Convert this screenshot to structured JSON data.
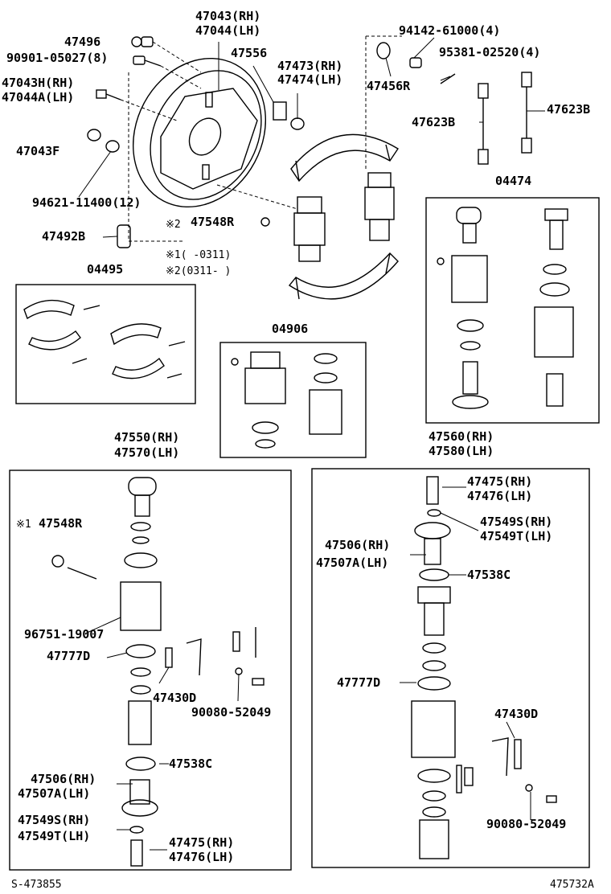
{
  "labels": {
    "p47043_rh": "47043(RH)",
    "p47044_lh": "47044(LH)",
    "p47496": "47496",
    "p90901": "90901-05027(8)",
    "p47043h": "47043H(RH)",
    "p47044a": "47044A(LH)",
    "p47043f": "47043F",
    "p94621": "94621-11400(12)",
    "p47492b": "47492B",
    "p47556": "47556",
    "p47473": "47473(RH)",
    "p47474": "47474(LH)",
    "p94142": "94142-61000(4)",
    "p95381": "95381-02520(4)",
    "p47456r": "47456R",
    "p47623b_r": "47623B",
    "p47623b_l": "47623B",
    "p04474": "04474",
    "note2_47548r": "※2",
    "p47548r_top": "47548R",
    "note1": "※1(     -0311)",
    "note2": "※2(0311-     )",
    "p04495": "04495",
    "p04906": "04906",
    "left_title1": "47550(RH)",
    "left_title2": "47570(LH)",
    "right_title1": "47560(RH)",
    "right_title2": "47580(LH)",
    "note1_mark": "※1",
    "p47548r_left": "47548R",
    "p96751": "96751-19007",
    "p47777d_l": "47777D",
    "p47430d_l": "47430D",
    "p90080_l": "90080-52049",
    "p47538c_l": "47538C",
    "p47506_l": "47506(RH)",
    "p47507a_l": "47507A(LH)",
    "p47549s_l": "47549S(RH)",
    "p47549t_l": "47549T(LH)",
    "p47475_l": "47475(RH)",
    "p47476_l": "47476(LH)",
    "p47475_r": "47475(RH)",
    "p47476_r": "47476(LH)",
    "p47549s_r": "47549S(RH)",
    "p47549t_r": "47549T(LH)",
    "p47506_r": "47506(RH)",
    "p47507a_r": "47507A(LH)",
    "p47538c_r": "47538C",
    "p47777d_r": "47777D",
    "p47430d_r": "47430D",
    "p90080_r": "90080-52049",
    "footer_left": "S-473855",
    "footer_right": "475732A"
  }
}
